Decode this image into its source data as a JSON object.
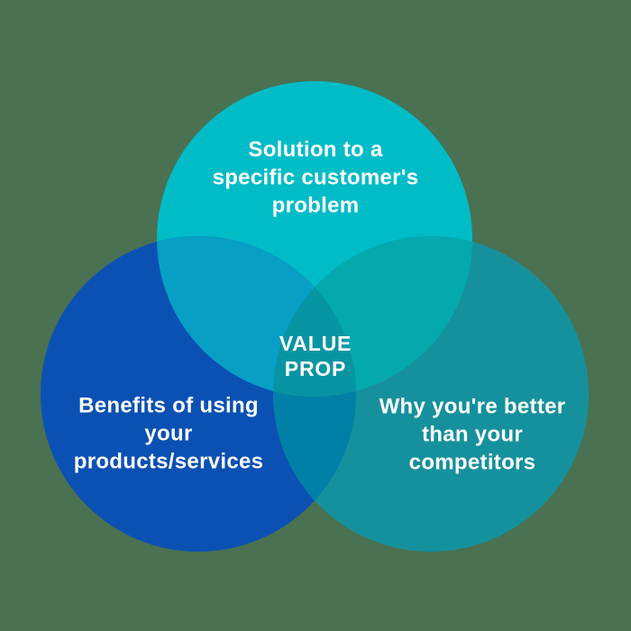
{
  "background_color": "#4A7151",
  "venn": {
    "top_circle": {
      "color": "#00BCC7",
      "lines": [
        "Solution to a",
        "specific customer's",
        "problem"
      ]
    },
    "bottom_left_circle": {
      "color": "#0B51B4",
      "lines": [
        "Benefits of using",
        "your",
        "products/services"
      ]
    },
    "bottom_right_circle": {
      "color": "#15919D",
      "lines": [
        "Why you're better",
        "than your",
        "competitors"
      ]
    },
    "center": {
      "region_color": "#0895A3",
      "text_color": "#FFFFFF",
      "lines": [
        "VALUE",
        "PROP"
      ]
    },
    "overlaps": {
      "top_and_left": "#089FC5",
      "top_and_right": "#04A9AE",
      "left_and_right": "#0080A6"
    }
  }
}
